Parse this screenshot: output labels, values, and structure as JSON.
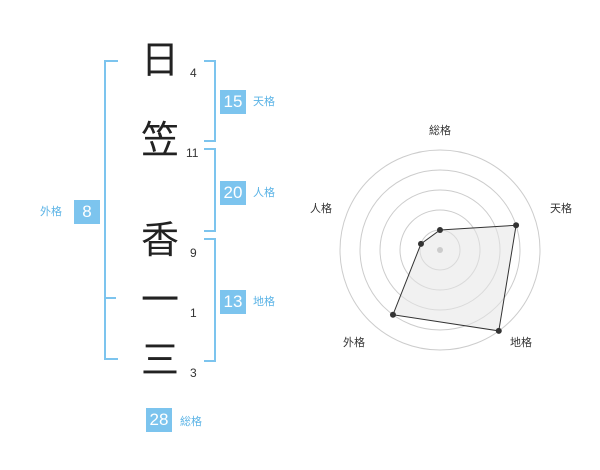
{
  "name_chars": [
    {
      "char": "日",
      "strokes": "4"
    },
    {
      "char": "笠",
      "strokes": "11"
    },
    {
      "char": "香",
      "strokes": "9"
    },
    {
      "char": "一",
      "strokes": "1"
    },
    {
      "char": "三",
      "strokes": "3"
    }
  ],
  "fortunes": {
    "ten": {
      "value": "15",
      "label": "天格"
    },
    "jin": {
      "value": "20",
      "label": "人格"
    },
    "chi": {
      "value": "13",
      "label": "地格"
    },
    "gai": {
      "value": "8",
      "label": "外格"
    },
    "sou": {
      "value": "28",
      "label": "総格"
    }
  },
  "colors": {
    "accent": "#7cc4ee",
    "text": "#222222",
    "radar_fill": "#e6e6e6",
    "radar_line": "#333333"
  },
  "chart_data": {
    "type": "radar",
    "axes": [
      "総格",
      "天格",
      "地格",
      "外格",
      "人格"
    ],
    "values": [
      1,
      4,
      5,
      4,
      1
    ],
    "range": [
      0,
      5
    ],
    "rings": 5
  }
}
